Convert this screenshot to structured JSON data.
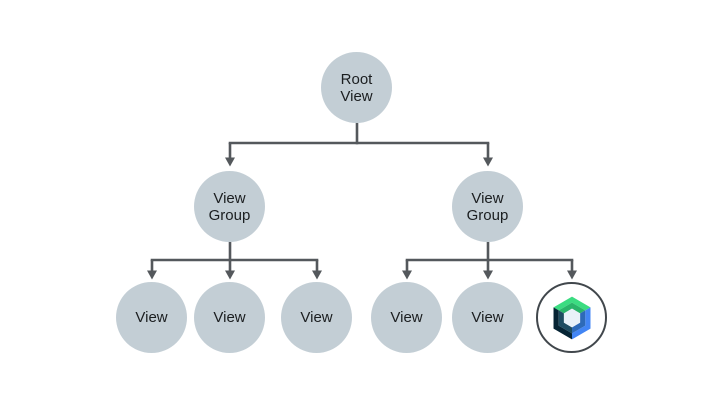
{
  "diagram": {
    "nodes": [
      {
        "id": "root",
        "label": "Root\nView",
        "shape": "circle"
      },
      {
        "id": "view-group-left",
        "label": "View\nGroup",
        "shape": "circle"
      },
      {
        "id": "view-group-right",
        "label": "View\nGroup",
        "shape": "circle"
      },
      {
        "id": "view-1",
        "label": "View",
        "shape": "circle"
      },
      {
        "id": "view-2",
        "label": "View",
        "shape": "circle"
      },
      {
        "id": "view-3",
        "label": "View",
        "shape": "circle"
      },
      {
        "id": "view-4",
        "label": "View",
        "shape": "circle"
      },
      {
        "id": "view-5",
        "label": "View",
        "shape": "circle"
      },
      {
        "id": "compose",
        "label": "",
        "icon": "jetpack-compose-logo",
        "shape": "circle-outline"
      }
    ],
    "edges": [
      {
        "from": "root",
        "to": "view-group-left"
      },
      {
        "from": "root",
        "to": "view-group-right"
      },
      {
        "from": "view-group-left",
        "to": "view-1"
      },
      {
        "from": "view-group-left",
        "to": "view-2"
      },
      {
        "from": "view-group-left",
        "to": "view-3"
      },
      {
        "from": "view-group-right",
        "to": "view-4"
      },
      {
        "from": "view-group-right",
        "to": "view-5"
      },
      {
        "from": "view-group-right",
        "to": "compose"
      }
    ],
    "colors": {
      "background": "#ffffff",
      "node_fill": "#c3ced5",
      "node_text": "#1b1e20",
      "connector": "#54585c",
      "compose_outline": "#41474c",
      "compose_green": "#3bdc81",
      "compose_green_bevel": "#2ab56a",
      "compose_blue": "#4285f4",
      "compose_blue_bevel": "#2d6ab8",
      "compose_navy": "#062434",
      "compose_navy_bevel": "#1f4d61",
      "compose_center": "#e9f2f8"
    }
  }
}
